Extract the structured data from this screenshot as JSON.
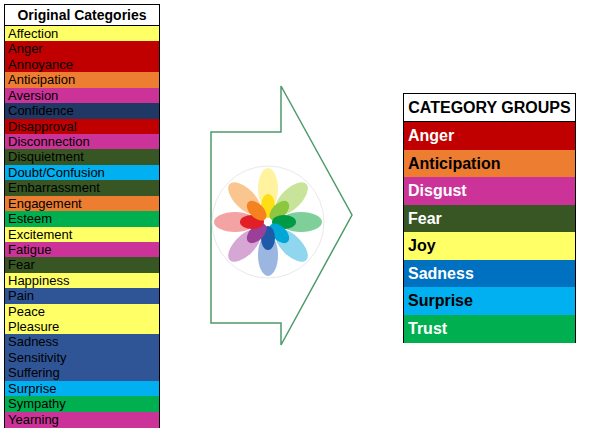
{
  "diagram": {
    "nodes": [
      {
        "text": [
          "Original Categories"
        ]
      },
      {
        "text": [
          "Affection"
        ],
        "in": 0
      },
      {
        "text": [
          "Anger"
        ],
        "in": 0
      },
      {
        "text": [
          "Annoyance"
        ],
        "in": 0
      },
      {
        "text": [
          "Anticipation"
        ],
        "in": 0
      },
      {
        "text": [
          "Aversion"
        ],
        "in": 0
      },
      {
        "text": [
          "Confidence"
        ],
        "in": 0
      },
      {
        "text": [
          "Disapproval"
        ],
        "in": 0
      },
      {
        "text": [
          "Disconnection"
        ],
        "in": 0
      },
      {
        "text": [
          "Disquietment"
        ],
        "in": 0
      },
      {
        "text": [
          "Doubt/Confusion"
        ],
        "in": 0
      },
      {
        "text": [
          "Embarrassment"
        ],
        "in": 0
      },
      {
        "text": [
          "Engagement"
        ],
        "in": 0
      },
      {
        "text": [
          "Esteem"
        ],
        "in": 0
      },
      {
        "text": [
          "Excitement"
        ],
        "in": 0
      },
      {
        "text": [
          "Fatigue"
        ],
        "in": 0
      },
      {
        "text": [
          "Fear"
        ],
        "in": 0
      },
      {
        "text": [
          "Happiness"
        ],
        "in": 0
      },
      {
        "text": [
          "Pain"
        ],
        "in": 0
      },
      {
        "text": [
          "Peace"
        ],
        "in": 0
      },
      {
        "text": [
          "Pleasure"
        ],
        "in": 0
      },
      {
        "text": [
          "Sadness"
        ],
        "in": 0
      },
      {
        "text": [
          "Sensitivity"
        ],
        "in": 0
      },
      {
        "text": [
          "Suffering"
        ],
        "in": 0
      },
      {
        "text": [
          "Surprise"
        ],
        "in": 0
      },
      {
        "text": [
          "Sympathy"
        ],
        "in": 0
      },
      {
        "text": [
          "Yearning"
        ],
        "in": 0
      },
      {
        "text": [
          "CATEGORY GROUPS"
        ]
      },
      {
        "text": [
          "Anger"
        ],
        "in": 27
      },
      {
        "text": [
          "Anticipation"
        ],
        "in": 27
      },
      {
        "text": [
          "Disgust"
        ],
        "in": 27
      },
      {
        "text": [
          "Fear"
        ],
        "in": 27
      },
      {
        "text": [
          "Joy"
        ],
        "in": 27
      },
      {
        "text": [
          "Sadness"
        ],
        "in": 27
      },
      {
        "text": [
          "Surprise"
        ],
        "in": 27
      },
      {
        "text": [
          "Trust"
        ],
        "in": 27
      }
    ]
  }
}
